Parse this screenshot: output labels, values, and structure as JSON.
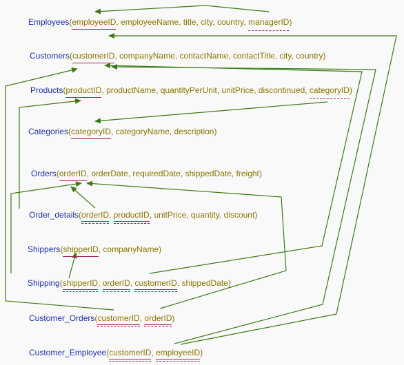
{
  "relations": [
    {
      "name": "Employees",
      "attrs": [
        {
          "text": "employeeID",
          "key": "pk"
        },
        {
          "text": "employeeName",
          "key": ""
        },
        {
          "text": "title",
          "key": ""
        },
        {
          "text": "city",
          "key": ""
        },
        {
          "text": "country",
          "key": ""
        },
        {
          "text": "managerID",
          "key": "fk"
        }
      ]
    },
    {
      "name": "Customers",
      "attrs": [
        {
          "text": "customerID",
          "key": "pk"
        },
        {
          "text": "companyName",
          "key": ""
        },
        {
          "text": "contactName",
          "key": ""
        },
        {
          "text": "contactTitle",
          "key": ""
        },
        {
          "text": "city",
          "key": ""
        },
        {
          "text": "country",
          "key": ""
        }
      ]
    },
    {
      "name": "Products",
      "attrs": [
        {
          "text": "productID",
          "key": "pk"
        },
        {
          "text": "productName",
          "key": ""
        },
        {
          "text": "quantityPerUnit",
          "key": ""
        },
        {
          "text": "unitPrice",
          "key": ""
        },
        {
          "text": "discontinued",
          "key": ""
        },
        {
          "text": "categoryID",
          "key": "fk"
        }
      ]
    },
    {
      "name": "Categories",
      "attrs": [
        {
          "text": "categoryID",
          "key": "pk"
        },
        {
          "text": "categoryName",
          "key": ""
        },
        {
          "text": "description",
          "key": ""
        }
      ]
    },
    {
      "name": "Orders",
      "attrs": [
        {
          "text": "orderID",
          "key": "pk"
        },
        {
          "text": "orderDate",
          "key": ""
        },
        {
          "text": "requiredDate",
          "key": ""
        },
        {
          "text": "shippedDate",
          "key": ""
        },
        {
          "text": "freight",
          "key": ""
        }
      ]
    },
    {
      "name": "Order_details",
      "attrs": [
        {
          "text": "orderID",
          "key": "pkfk"
        },
        {
          "text": "productID",
          "key": "pkfk"
        },
        {
          "text": "unitPrice",
          "key": ""
        },
        {
          "text": "quantity",
          "key": ""
        },
        {
          "text": "discount",
          "key": ""
        }
      ]
    },
    {
      "name": "Shippers",
      "attrs": [
        {
          "text": "shipperID",
          "key": "pk"
        },
        {
          "text": "companyName",
          "key": ""
        }
      ]
    },
    {
      "name": "Shipping",
      "attrs": [
        {
          "text": "shipperID",
          "key": "pkfk"
        },
        {
          "text": "orderID",
          "key": "pkfk"
        },
        {
          "text": "customerID",
          "key": "pkfk"
        },
        {
          "text": "shippedDate",
          "key": ""
        }
      ]
    },
    {
      "name": "Customer_Orders",
      "attrs": [
        {
          "text": "customerID",
          "key": "pkfk"
        },
        {
          "text": "orderID",
          "key": "pkfk"
        }
      ]
    },
    {
      "name": "Customer_Employee",
      "attrs": [
        {
          "text": "customerID",
          "key": "pkfk"
        },
        {
          "text": "employeeID",
          "key": "pkfk"
        }
      ]
    }
  ],
  "colors": {
    "table_name": "#1b2fa8",
    "attribute": "#8a7400",
    "key_underline": "#a0245a",
    "arrow": "#3a7a14",
    "background": "#f9f9f9"
  }
}
